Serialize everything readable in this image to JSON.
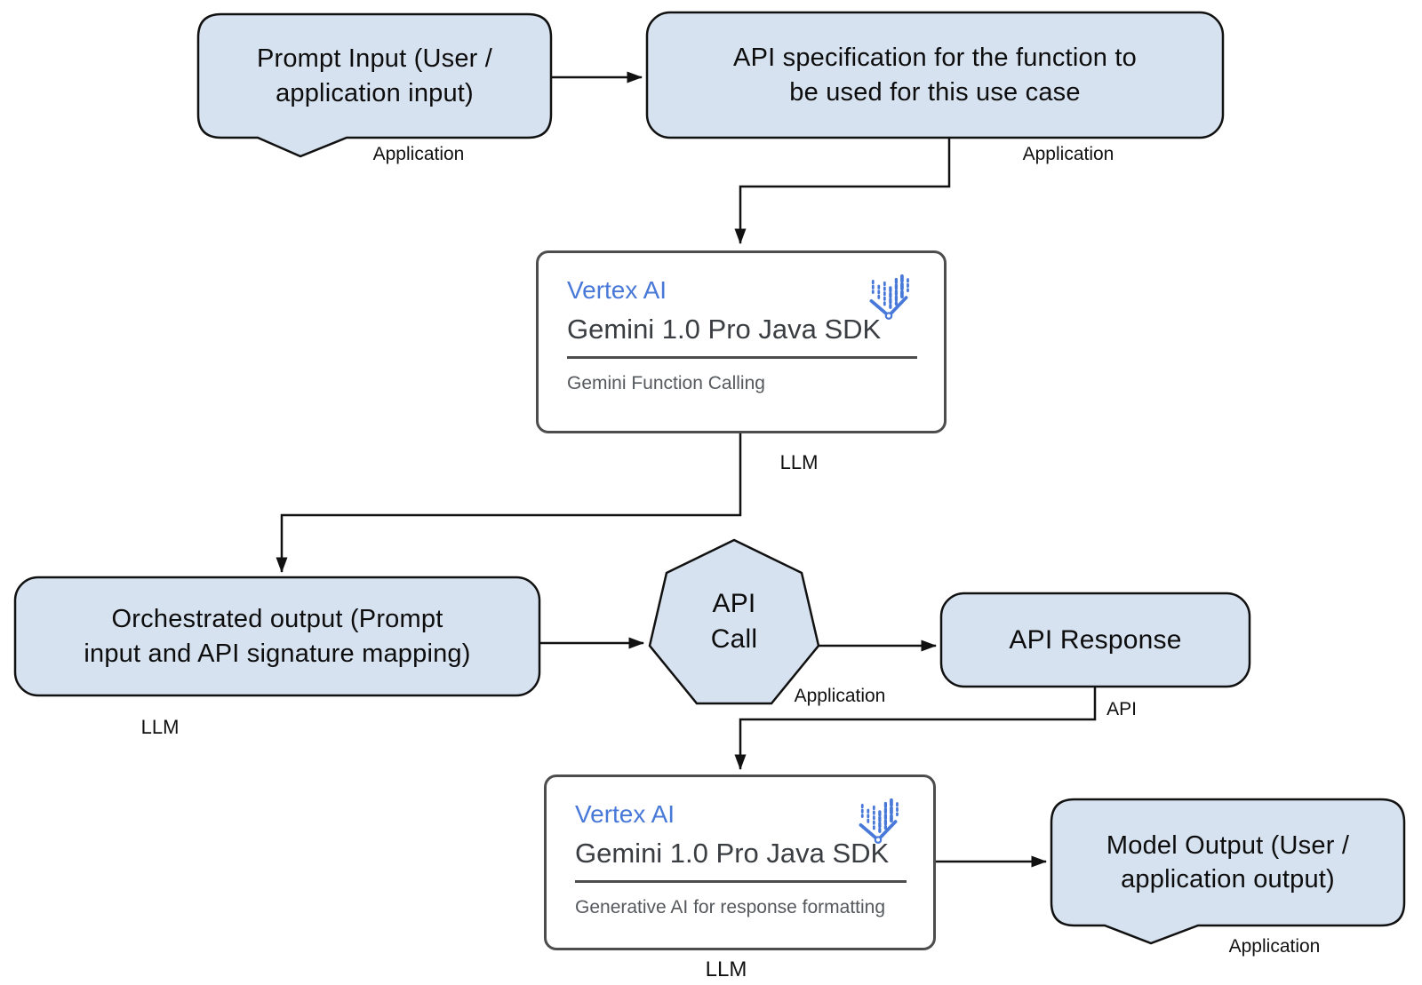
{
  "diagram": {
    "title_hidden": "",
    "colors": {
      "node_fill": "#d7e2f0",
      "node_border": "#111111",
      "card_border": "#4d4d4d",
      "vertex_blue": "#4878d8",
      "product_gray": "#3a3d41",
      "caption_gray": "#55585c"
    },
    "icons": {
      "vertex_ai": "vertex-ai-logo"
    },
    "nodes": {
      "prompt_input": {
        "title": "Prompt Input (User /\napplication input)",
        "badge": "Application"
      },
      "api_spec": {
        "title": "API specification for the function to\nbe used for this use case",
        "badge": "Application"
      },
      "gemini_card_1": {
        "brand": "Vertex AI",
        "product": "Gemini 1.0 Pro Java SDK",
        "caption": "Gemini Function Calling",
        "badge": "LLM"
      },
      "orchestrated_output": {
        "title": "Orchestrated output (Prompt\ninput and API signature mapping)",
        "badge": "LLM"
      },
      "api_call": {
        "title": "API\nCall",
        "badge": "Application"
      },
      "api_response": {
        "title": "API Response",
        "badge": "API"
      },
      "gemini_card_2": {
        "brand": "Vertex AI",
        "product": "Gemini 1.0 Pro Java SDK",
        "caption": "Generative AI for response formatting",
        "badge": "LLM"
      },
      "model_output": {
        "title": "Model Output (User /\napplication output)",
        "badge": "Application"
      }
    }
  }
}
